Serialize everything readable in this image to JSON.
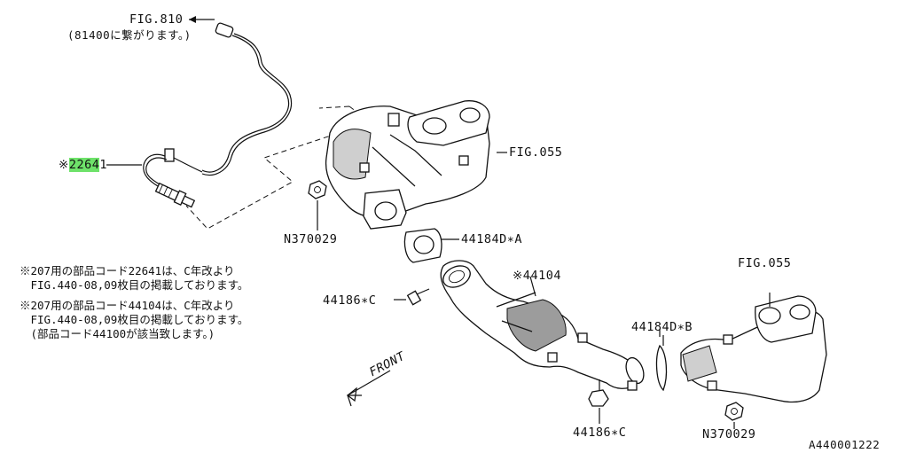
{
  "labels": {
    "fig810": "FIG.810",
    "fig810_note": "(81400に繋がります。)",
    "sensor_prefix": "※",
    "sensor_part": "2264",
    "sensor_suffix": "1",
    "fig055_top": "FIG.055",
    "n370029_top": "N370029",
    "p44184d_a": "44184D∗A",
    "p44104": "※44104",
    "p44186_c_top": "44186∗C",
    "fig055_right": "FIG.055",
    "p44184d_b": "44184D∗B",
    "front": "FRONT",
    "p44186_c_bottom": "44186∗C",
    "n370029_bottom": "N370029",
    "diagram_id": "A440001222"
  },
  "notes": [
    "※207用の部品コード22641は、C年改より",
    "　FIG.440-08,09枚目の掲載しております。",
    "※207用の部品コード44104は、C年改より",
    "　FIG.440-08,09枚目の掲載しております。",
    "　(部品コード44100が該当致します。)"
  ],
  "colors": {
    "highlight": "#6ee26a",
    "ink": "#111111",
    "shade": "#9c9c9c"
  }
}
